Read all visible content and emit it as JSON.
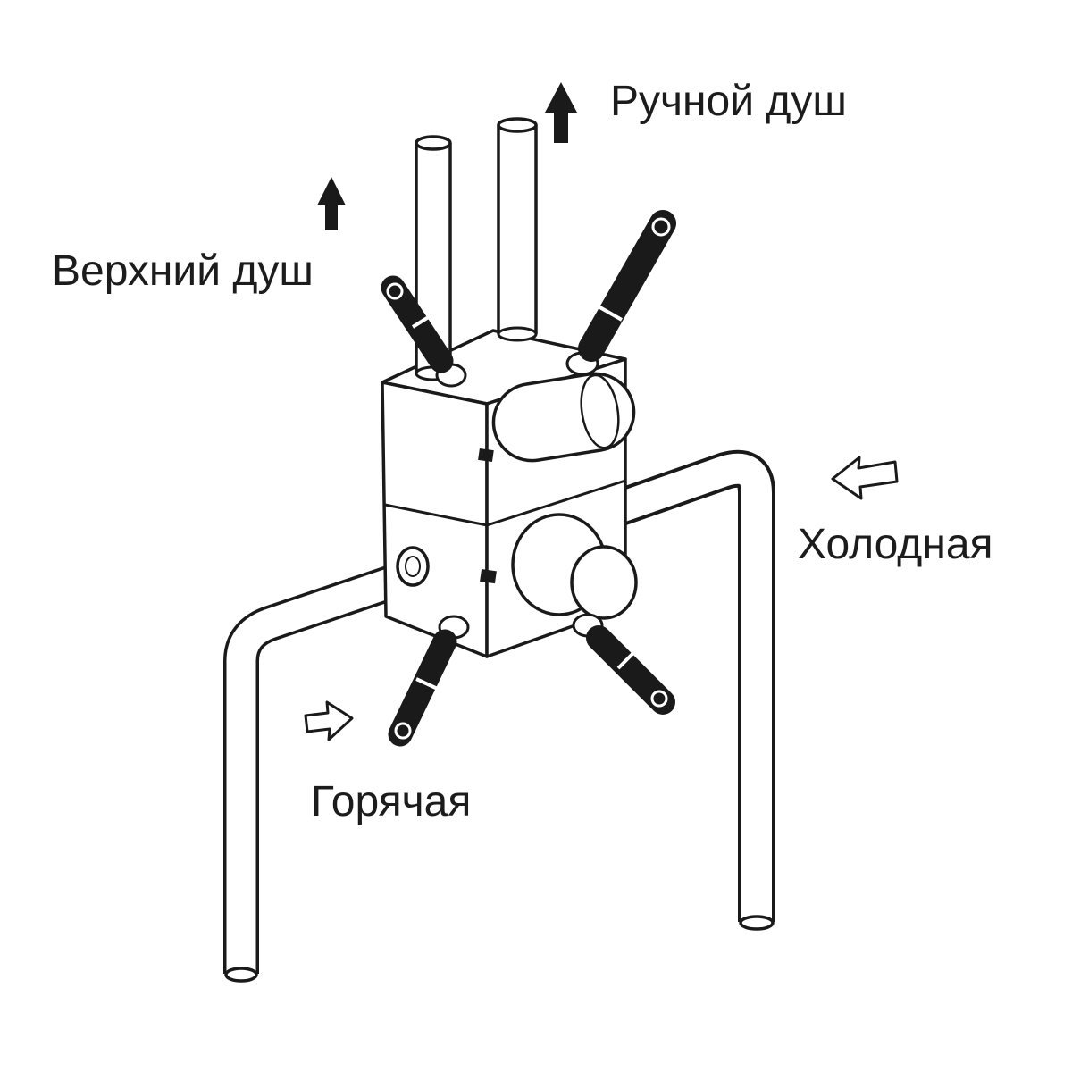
{
  "canvas": {
    "background": "#ffffff",
    "line_color": "#1a1a1a"
  },
  "diagram": {
    "labels": {
      "hand_shower": "Ручной душ",
      "overhead_shower": "Верхний душ",
      "cold_water": "Холодная",
      "hot_water": "Горячая"
    },
    "arrows": {
      "hand_shower_direction": "up",
      "overhead_shower_direction": "up",
      "cold_water_direction": "left",
      "hot_water_direction": "right"
    }
  }
}
